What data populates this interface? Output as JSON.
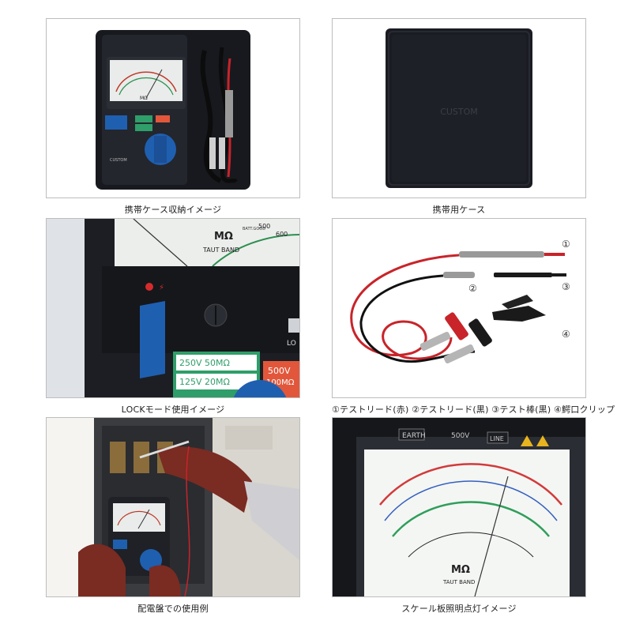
{
  "panels": [
    {
      "caption": "携帯ケース収納イメージ",
      "photo_text": [
        "CUSTOM"
      ]
    },
    {
      "caption": "携帯用ケース",
      "photo_text": [
        "CUSTOM"
      ]
    },
    {
      "caption": "LOCKモード使用イメージ",
      "photo_text": [
        "MΩ",
        "TAUT BAND",
        "250V 50MΩ",
        "125V 20MΩ",
        "500V",
        "100MΩ",
        "LO",
        "BATT.GOOD",
        "500",
        "600"
      ]
    },
    {
      "caption": "①テストリード(赤) ②テストリード(黒) ③テスト棒(黒) ④鰐口クリップ",
      "photo_text": [
        "①",
        "②",
        "③",
        "④"
      ]
    },
    {
      "caption": "配電盤での使用例",
      "photo_text": []
    },
    {
      "caption": "スケール板照明点灯イメージ",
      "photo_text": [
        "EARTH",
        "500V",
        "LINE",
        "MΩ",
        "TAUT BAND"
      ]
    }
  ],
  "colors": {
    "case_black": "#1a1c22",
    "meter_face": "#eef0ee",
    "blue_knob": "#1f5fb0",
    "lead_red": "#c8242a",
    "label_green": "#2f9e6a",
    "label_red": "#e2573b"
  }
}
